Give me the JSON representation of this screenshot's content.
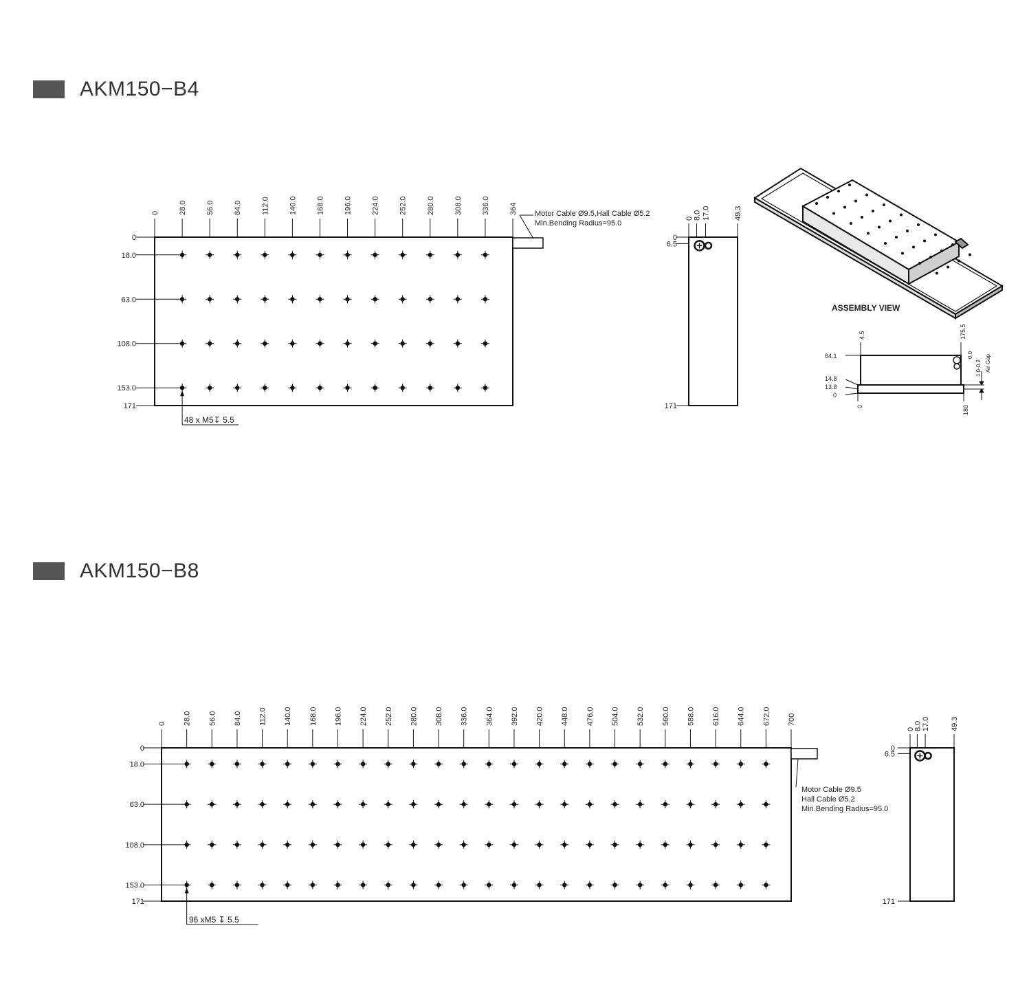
{
  "sections": [
    {
      "title": "AKM150−B4",
      "x_ticks": [
        "0",
        "28.0",
        "56.0",
        "84.0",
        "112.0",
        "140.0",
        "168.0",
        "196.0",
        "224.0",
        "252.0",
        "280.0",
        "308.0",
        "336.0",
        "364"
      ],
      "y_ticks": [
        "0",
        "18.0",
        "63.0",
        "108.0",
        "153.0",
        "171"
      ],
      "hole_rows": [
        18.0,
        63.0,
        108.0,
        153.0
      ],
      "hole_cols": [
        28,
        56,
        84,
        112,
        140,
        168,
        196,
        224,
        252,
        280,
        308,
        336
      ],
      "length": 364,
      "hole_note": "48 x M5↧ 5.5",
      "cable_note": [
        "Motor Cable Ø9.5,Hall Cable Ø5.2",
        "Min.Bending Radius=95.0"
      ],
      "side_x_ticks": [
        "0",
        "8.0",
        "17.0",
        "49.3"
      ],
      "side_y_ticks": [
        "0",
        "6.5",
        "171"
      ]
    },
    {
      "title": "AKM150−B8",
      "x_ticks": [
        "0",
        "28.0",
        "56.0",
        "84.0",
        "112.0",
        "140.0",
        "168.0",
        "196.0",
        "224.0",
        "252.0",
        "280.0",
        "308.0",
        "336.0",
        "364.0",
        "392.0",
        "420.0",
        "448.0",
        "476.0",
        "504.0",
        "532.0",
        "560.0",
        "588.0",
        "616.0",
        "644.0",
        "672.0",
        "700"
      ],
      "y_ticks": [
        "0",
        "18.0",
        "63.0",
        "108.0",
        "153.0",
        "171"
      ],
      "hole_rows": [
        18.0,
        63.0,
        108.0,
        153.0
      ],
      "hole_cols": [
        28,
        56,
        84,
        112,
        140,
        168,
        196,
        224,
        252,
        280,
        308,
        336,
        364,
        392,
        420,
        448,
        476,
        504,
        532,
        560,
        588,
        616,
        644,
        672
      ],
      "length": 700,
      "hole_note": "96 xM5 ↧ 5.5",
      "cable_note": [
        "Motor Cable Ø9.5",
        "Hall Cable Ø5.2",
        "Min.Bending Radius=95.0"
      ],
      "side_x_ticks": [
        "0",
        "8.0",
        "17.0",
        "49.3"
      ],
      "side_y_ticks": [
        "0",
        "6.5",
        "171"
      ]
    }
  ],
  "assembly": {
    "label": "ASSEMBLY VIEW",
    "section_left_ticks": [
      "64.1",
      "14.8",
      "13.8",
      "0"
    ],
    "section_top_ticks": [
      "4.5",
      "175.5"
    ],
    "section_bottom_ticks": [
      "0",
      "180"
    ],
    "section_right_ticks": [
      "0.0",
      "1.0-0.2",
      "Air Gap"
    ]
  }
}
